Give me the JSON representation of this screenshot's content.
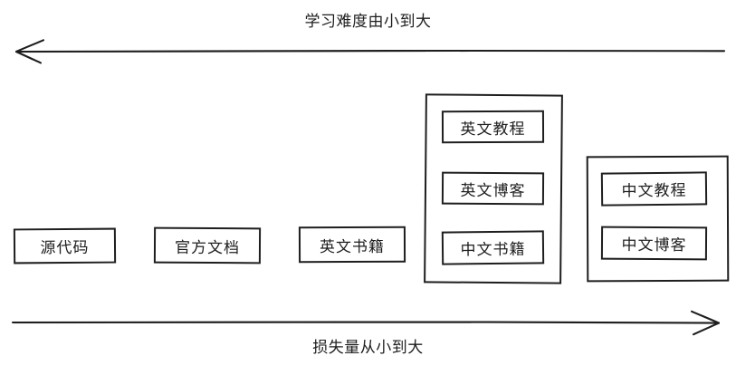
{
  "diagram": {
    "top_axis": {
      "label": "学习难度由小到大",
      "direction": "left",
      "arrow_name": "difficulty-axis-arrow"
    },
    "bottom_axis": {
      "label": "损失量从小到大",
      "direction": "right",
      "arrow_name": "loss-axis-arrow"
    },
    "colors": {
      "stroke": "#1e1e1e",
      "background": "#ffffff",
      "text": "#1e1e1e"
    },
    "nodes": [
      {
        "id": "source-code",
        "label": "源代码"
      },
      {
        "id": "official-docs",
        "label": "官方文档"
      },
      {
        "id": "english-books",
        "label": "英文书籍"
      }
    ],
    "groups": [
      {
        "id": "english-tutorial-group",
        "items": [
          {
            "id": "english-tutorial",
            "label": "英文教程"
          },
          {
            "id": "english-blog",
            "label": "英文博客"
          },
          {
            "id": "chinese-books",
            "label": "中文书籍"
          }
        ]
      },
      {
        "id": "chinese-tutorial-group",
        "items": [
          {
            "id": "chinese-tutorial",
            "label": "中文教程"
          },
          {
            "id": "chinese-blog",
            "label": "中文博客"
          }
        ]
      }
    ]
  }
}
